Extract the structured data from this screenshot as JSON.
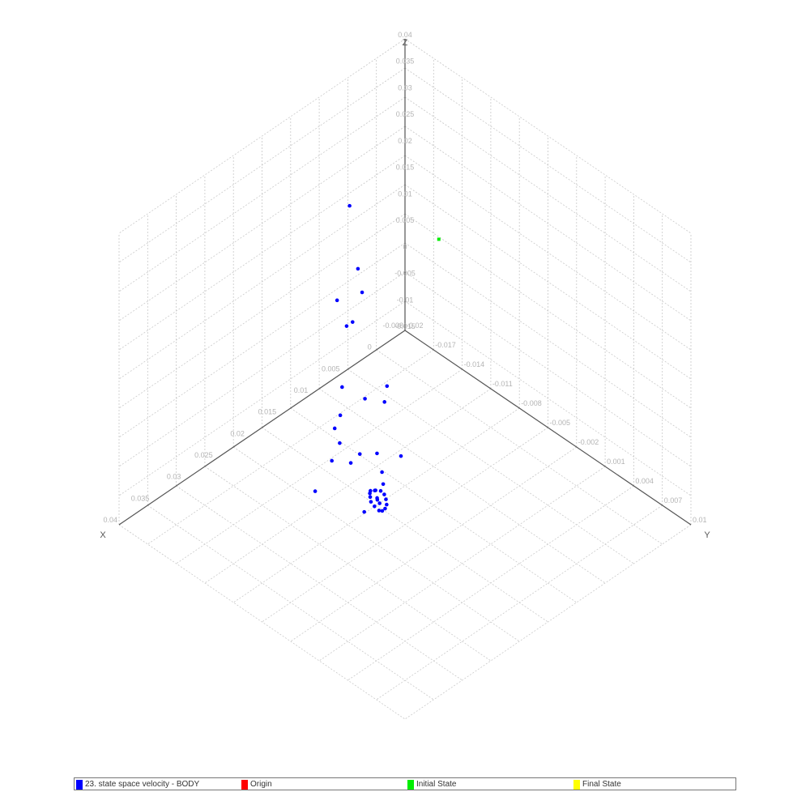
{
  "chart_data": {
    "type": "scatter",
    "projection": "isometric-3d",
    "axes": {
      "x": {
        "label": "X",
        "range": [
          -0.008,
          0.04
        ],
        "ticks": [
          "-0.008",
          "0",
          "0.005",
          "0.01",
          "0.015",
          "0.02",
          "0.025",
          "0.03",
          "0.035",
          "0.04"
        ]
      },
      "y": {
        "label": "Y",
        "range": [
          -0.02,
          0.01
        ],
        "ticks": [
          "-0.02",
          "-0.017",
          "-0.014",
          "-0.011",
          "-0.008",
          "-0.005",
          "-0.002",
          "0.001",
          "0.004",
          "0.007",
          "0.01"
        ]
      },
      "z": {
        "label": "Z",
        "range": [
          -0.015,
          0.04
        ],
        "ticks": [
          "-0.015",
          "-0.01",
          "-0.005",
          "0",
          "0.005",
          "0.01",
          "0.015",
          "0.02",
          "0.025",
          "0.03",
          "0.035",
          "0.04"
        ]
      }
    },
    "grid": true,
    "series": [
      {
        "name": "23. state space velocity - BODY",
        "color": "#0000ff",
        "points": [
          [
            0.0045,
            -0.018,
            0.0205
          ],
          [
            0.0047,
            -0.017,
            0.01
          ],
          [
            0.0074,
            -0.0175,
            0.0055
          ],
          [
            0.008,
            -0.0155,
            0.0043
          ],
          [
            0.009,
            -0.0155,
            0.0043
          ],
          [
            0.012,
            -0.0141,
            -0.0032
          ],
          [
            0.0,
            -0.0195,
            -0.0011
          ],
          [
            0.0108,
            -0.0104,
            -0.0024
          ],
          [
            0.0123,
            -0.0092,
            0.0032
          ],
          [
            0.0123,
            -0.0141,
            -0.0083
          ],
          [
            0.0134,
            -0.014,
            -0.0098
          ],
          [
            0.0148,
            -0.0126,
            -0.0098
          ],
          [
            0.0159,
            -0.0098,
            -0.0076
          ],
          [
            0.0139,
            -0.012,
            -0.0135
          ],
          [
            0.0072,
            -0.0147,
            -0.0098
          ],
          [
            0.0126,
            -0.0148,
            -0.0175
          ],
          [
            0.0151,
            -0.0085,
            -0.0065
          ],
          [
            0.0187,
            -0.0056,
            -0.006
          ],
          [
            0.0198,
            -0.0069,
            -0.012
          ],
          [
            0.017,
            -0.0073,
            -0.012
          ],
          [
            0.0149,
            -0.0081,
            -0.0097
          ],
          [
            0.0146,
            -0.0063,
            -0.0047
          ],
          [
            0.0194,
            -0.0123,
            -0.015
          ],
          [
            0.017,
            -0.008,
            -0.0115
          ],
          [
            0.0171,
            -0.0074,
            -0.0106
          ],
          [
            0.0172,
            -0.0068,
            -0.0099
          ],
          [
            0.0174,
            -0.0063,
            -0.0098
          ],
          [
            0.0176,
            -0.006,
            -0.0102
          ],
          [
            0.0178,
            -0.0058,
            -0.0108
          ],
          [
            0.0179,
            -0.0059,
            -0.0116
          ],
          [
            0.0179,
            -0.0062,
            -0.0124
          ],
          [
            0.0178,
            -0.0066,
            -0.0129
          ],
          [
            0.0176,
            -0.0072,
            -0.013
          ],
          [
            0.0174,
            -0.0077,
            -0.0129
          ],
          [
            0.0172,
            -0.0079,
            -0.0124
          ],
          [
            0.0171,
            -0.008,
            -0.0119
          ],
          [
            0.0176,
            -0.0069,
            -0.0114
          ],
          [
            0.0177,
            -0.0066,
            -0.0116
          ],
          [
            0.0166,
            -0.0078,
            -0.0115
          ]
        ]
      },
      {
        "name": "Origin",
        "color": "#ff0000",
        "points": []
      },
      {
        "name": "Initial State",
        "color": "#00ee00",
        "points": [
          [
            -0.002,
            -0.0127,
            0.0157
          ]
        ]
      },
      {
        "name": "Final State",
        "color": "#ffff00",
        "points": []
      }
    ],
    "legend_position": "bottom"
  },
  "legend": [
    {
      "label": "23. state space velocity - BODY",
      "color": "#0000ff"
    },
    {
      "label": "Origin",
      "color": "#ff0000"
    },
    {
      "label": "Initial State",
      "color": "#00ee00"
    },
    {
      "label": "Final State",
      "color": "#ffff00"
    }
  ]
}
